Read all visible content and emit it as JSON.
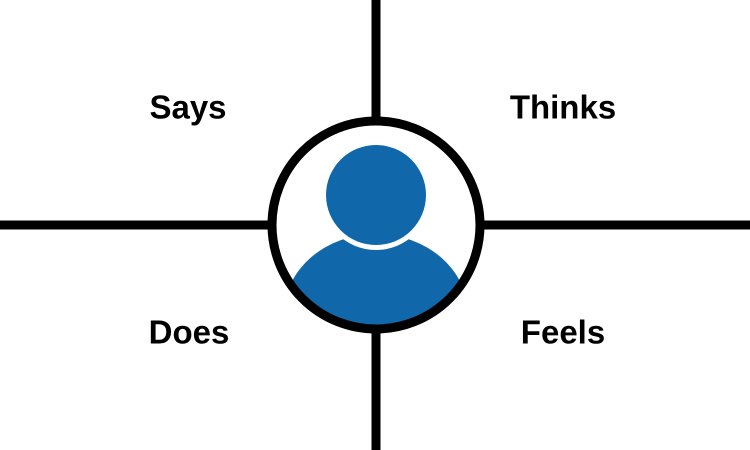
{
  "diagram": {
    "labels": {
      "says": "Says",
      "thinks": "Thinks",
      "does": "Does",
      "feels": "Feels"
    },
    "colors": {
      "line": "#000000",
      "avatar": "#1068aa",
      "background": "#ffffff"
    },
    "icons": {
      "center": "user-avatar-icon"
    }
  }
}
